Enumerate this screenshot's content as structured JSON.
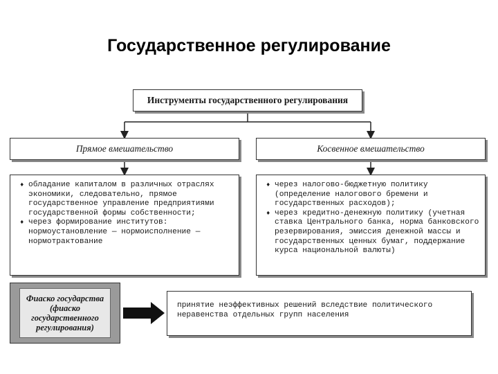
{
  "page": {
    "title": "Государственное регулирование"
  },
  "diagram": {
    "header": "Инструменты государственного регулирования",
    "direct": {
      "title": "Прямое вмешательство",
      "items": [
        "обладание капиталом в различных отраслях экономики, следовательно, прямое государственное управление предприятиями государственной формы собственности;",
        "через формирование институтов: нормоустановление — нормоисполнение — нормотрактование"
      ]
    },
    "indirect": {
      "title": "Косвенное вмешательство",
      "items": [
        "через налогово-бюджетную политику (определение налогового бремени и государственных расходов);",
        "через кредитно-денежную политику (учетная ставка Центрального банка, норма банковского резервирования, эмиссия денежной массы и государственных ценных бумаг, поддержание курса национальной валюты)"
      ]
    },
    "fiasco": {
      "lines": [
        "Фиаско государства",
        "(фиаско",
        "государственного",
        "регулирования)"
      ]
    },
    "result": "принятие неэффективных решений вследствие политического неравенства отдельных групп населения"
  }
}
